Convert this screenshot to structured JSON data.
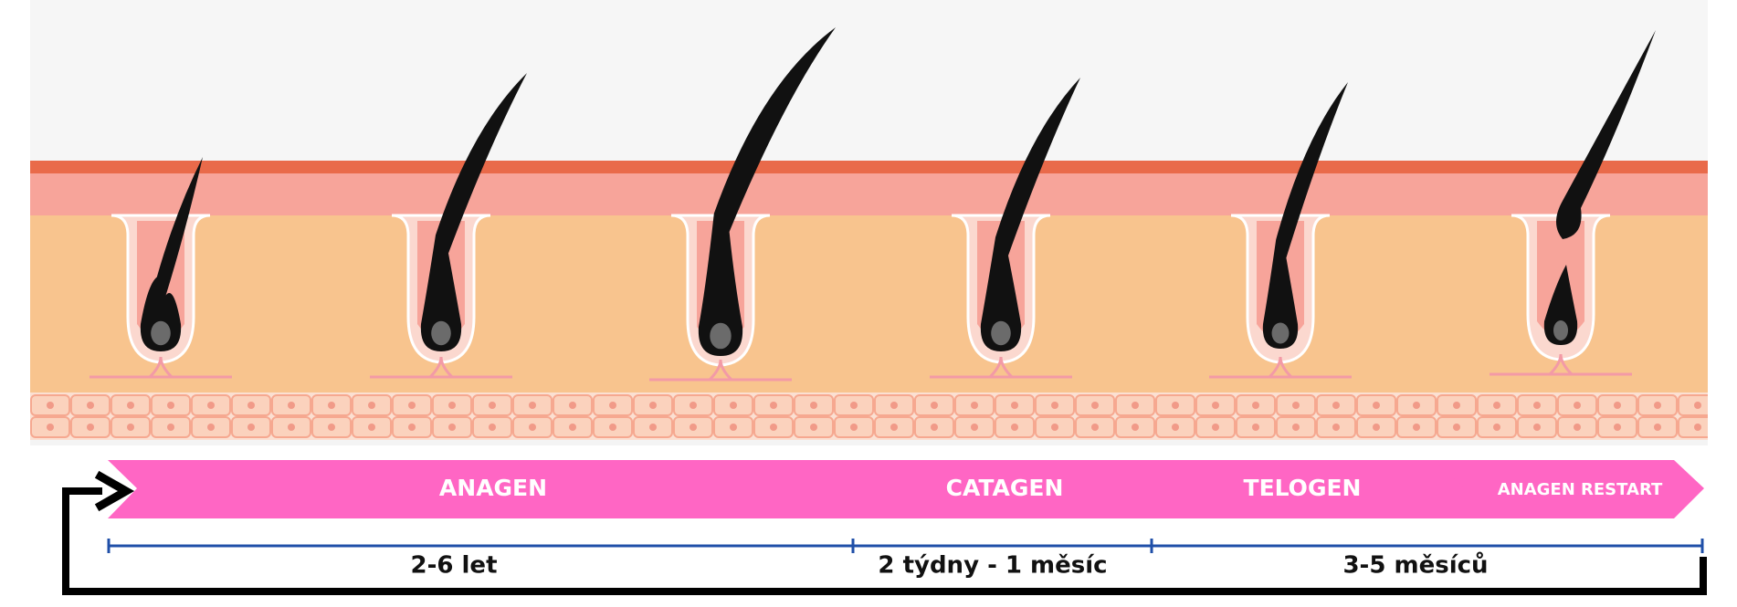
{
  "diagram": {
    "phases": [
      {
        "label": "ANAGEN"
      },
      {
        "label": "CATAGEN"
      },
      {
        "label": "TELOGEN"
      },
      {
        "label": "ANAGEN RESTART"
      }
    ],
    "durations": [
      {
        "label": "2-6 let"
      },
      {
        "label": "2 týdny - 1 měsíc"
      },
      {
        "label": "3-5 měsíců"
      }
    ],
    "colors": {
      "phase_arrow": "#ff66c4",
      "timeline": "#1f4fa8",
      "cycle_arrow": "#000000",
      "skin_top": "#e96a4a",
      "skin_dermis": "#f7a49a",
      "skin_fat": "#f8c48e",
      "skin_cells": "#f6b39c",
      "hair": "#111111"
    },
    "hair_stages": [
      "anagen-early",
      "anagen-mid",
      "anagen-full",
      "catagen",
      "telogen",
      "anagen-restart"
    ]
  }
}
